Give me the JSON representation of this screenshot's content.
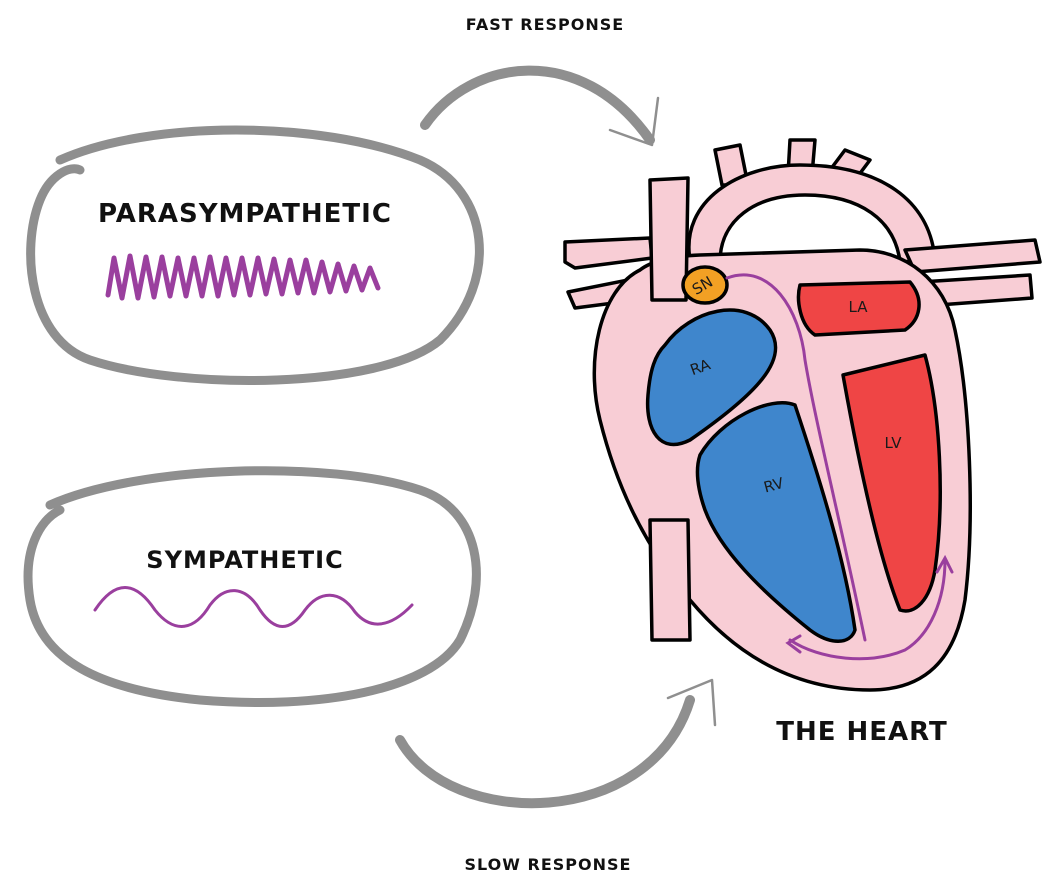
{
  "labels": {
    "fast_response": "FAST RESPONSE",
    "slow_response": "SLOW RESPONSE",
    "parasympathetic": "PARASYMPATHETIC",
    "sympathetic": "SYMPATHETIC",
    "the_heart": "THE HEART"
  },
  "chambers": {
    "sn": "SN",
    "ra": "RA",
    "rv": "RV",
    "la": "LA",
    "lv": "LV"
  },
  "colors": {
    "pink": "#f8cdd5",
    "blue": "#3f86cc",
    "red": "#ef4545",
    "orange": "#f2a024",
    "purple": "#9a3f9e",
    "arrow_gray": "#8f8f8f"
  }
}
